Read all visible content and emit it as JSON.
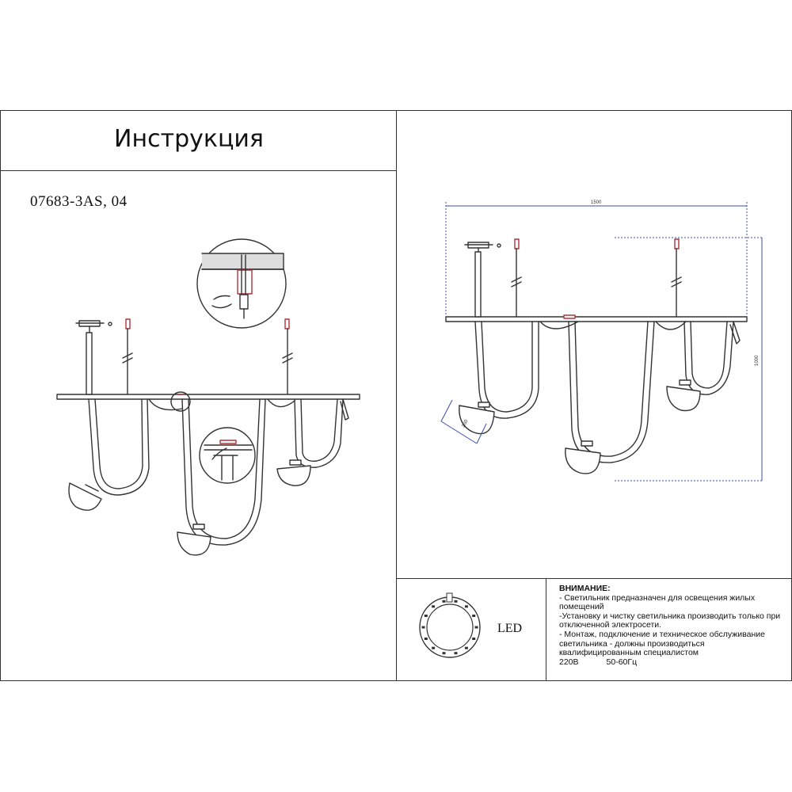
{
  "title": "Инструкция",
  "model": "07683-3AS, 04",
  "dimensions": {
    "width": "1500",
    "height": "1000",
    "shade": "250"
  },
  "led_label": "LED",
  "warning": {
    "header": "ВНИМАНИЕ:",
    "lines": [
      "- Светильник предназначен для освещения жилых",
      "помещений",
      "-Установку и чистку светильника производить только при",
      "отключенной электросети.",
      "- Монтаж, подключение и техническое обслуживание",
      "светильника - должны производиться",
      "квалифицированным специалистом"
    ],
    "voltage": "220В",
    "frequency": "50-60Гц"
  },
  "colors": {
    "line": "#333333",
    "dimension": "#3a4fb0",
    "accent": "#b0303a"
  }
}
